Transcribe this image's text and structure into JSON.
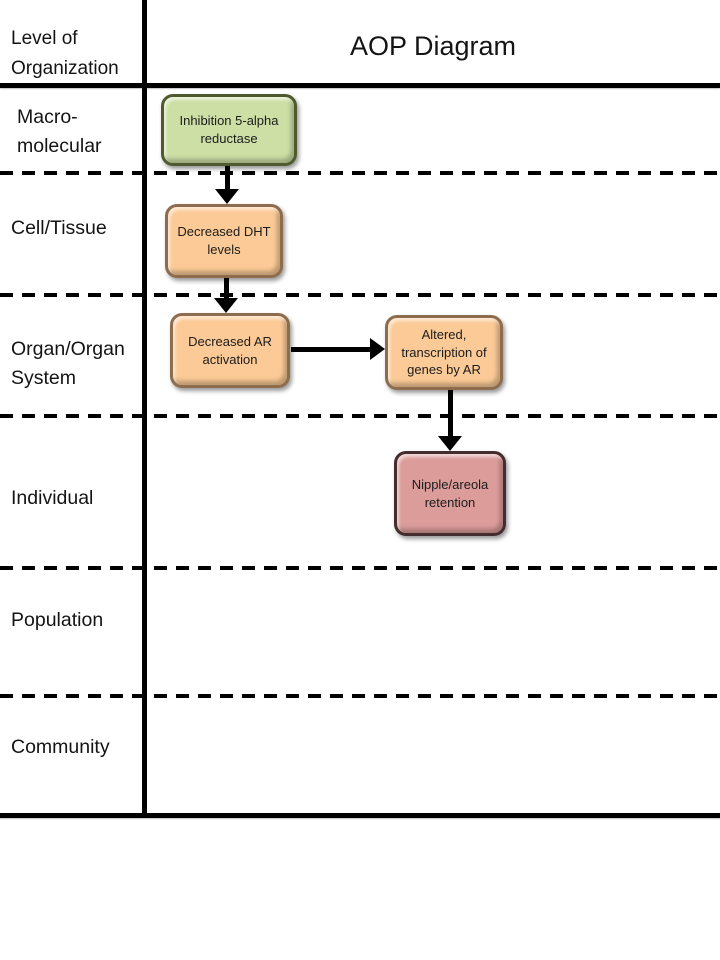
{
  "header": {
    "corner_label": "Level of\nOrganization",
    "title": "AOP Diagram"
  },
  "rows": [
    {
      "label": "Macro-\nmolecular"
    },
    {
      "label": "Cell/Tissue"
    },
    {
      "label": "Organ/Organ\nSystem"
    },
    {
      "label": "Individual"
    },
    {
      "label": "Population"
    },
    {
      "label": "Community"
    }
  ],
  "boxes": [
    {
      "label": "Inhibition 5-alpha\nreductase",
      "row": "Macro-molecular",
      "fill": "#cddfa5",
      "border": "#4f5a2e"
    },
    {
      "label": "Decreased DHT\nlevels",
      "row": "Cell/Tissue",
      "fill": "#fbca96",
      "border": "#8d6d4d"
    },
    {
      "label": "Decreased AR\nactivation",
      "row": "Organ/Organ System",
      "fill": "#fbca96",
      "border": "#8d6d4d"
    },
    {
      "label": "Altered,\ntranscription of\ngenes by AR",
      "row": "Organ/Organ System",
      "fill": "#fbca96",
      "border": "#8d6d4d"
    },
    {
      "label": "Nipple/areola\nretention",
      "row": "Individual",
      "fill": "#db9c9a",
      "border": "#452d2f"
    }
  ],
  "connections": [
    {
      "from": 0,
      "to": 1,
      "direction": "down"
    },
    {
      "from": 1,
      "to": 2,
      "direction": "down"
    },
    {
      "from": 2,
      "to": 3,
      "direction": "right"
    },
    {
      "from": 3,
      "to": 4,
      "direction": "down"
    }
  ],
  "colors": {
    "background": "#ffffff",
    "line": "#000000",
    "text": "#141414"
  }
}
